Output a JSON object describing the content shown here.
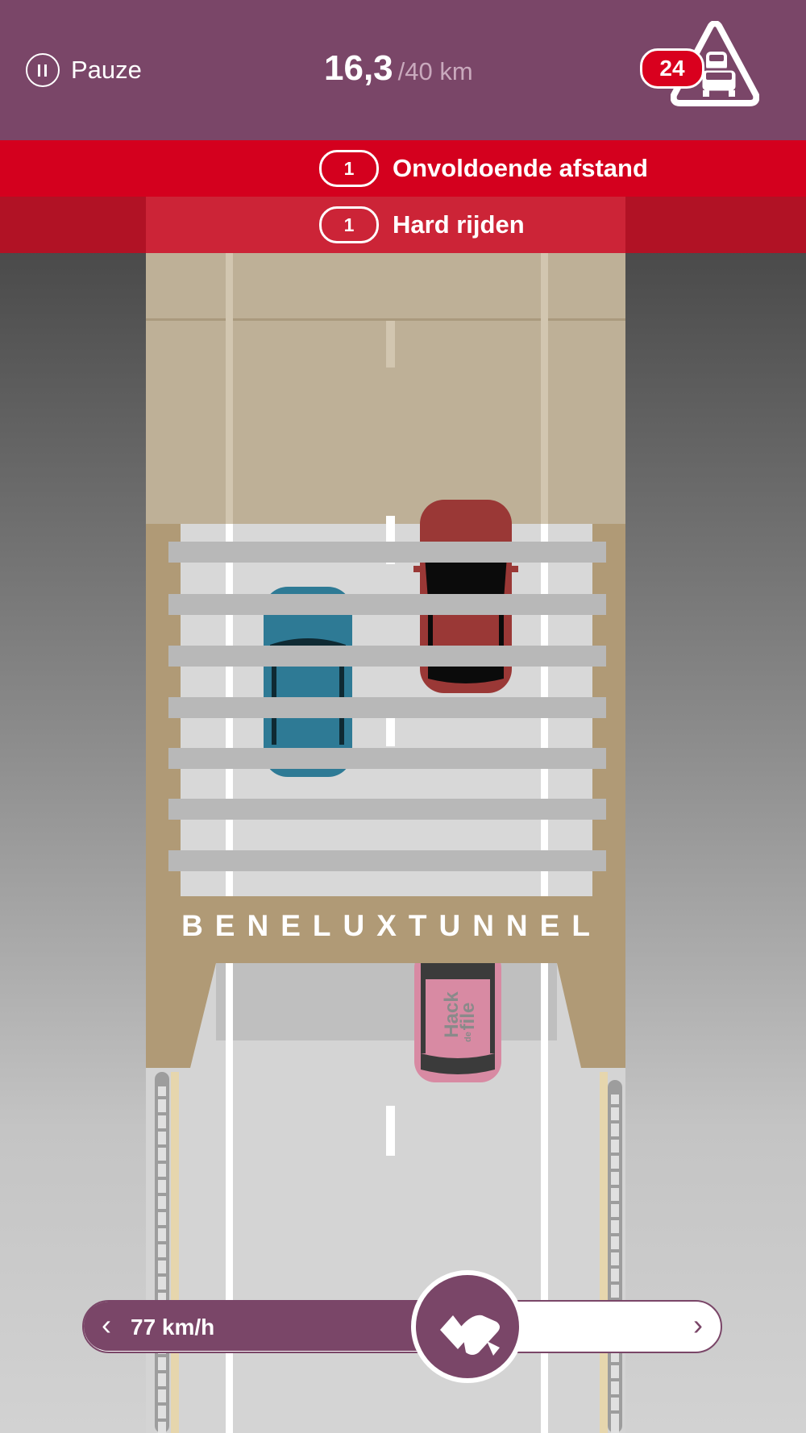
{
  "header": {
    "pause_label": "Pauze",
    "distance_current": "16,3",
    "distance_total": "/40 km",
    "cars_count": "24"
  },
  "alerts": [
    {
      "count": "1",
      "label": "Onvoldoende afstand"
    },
    {
      "count": "1",
      "label": "Hard rijden"
    }
  ],
  "scene": {
    "tunnel_name": "BENELUXTUNNEL",
    "player_car_text_1": "Hack",
    "player_car_text_2": "de",
    "player_car_text_3": "file",
    "car_colors": {
      "blue": "#2e7a95",
      "red": "#9a3836",
      "pink": "#d88aa3"
    }
  },
  "speed_control": {
    "speed_label": "77 km/h",
    "left_arrow": "‹",
    "right_arrow": "›"
  },
  "colors": {
    "brand_purple": "#7a4668",
    "alert_red": "#d4001e",
    "alert_red_dark": "#b11225",
    "tunnel_tan": "#b09a76"
  }
}
